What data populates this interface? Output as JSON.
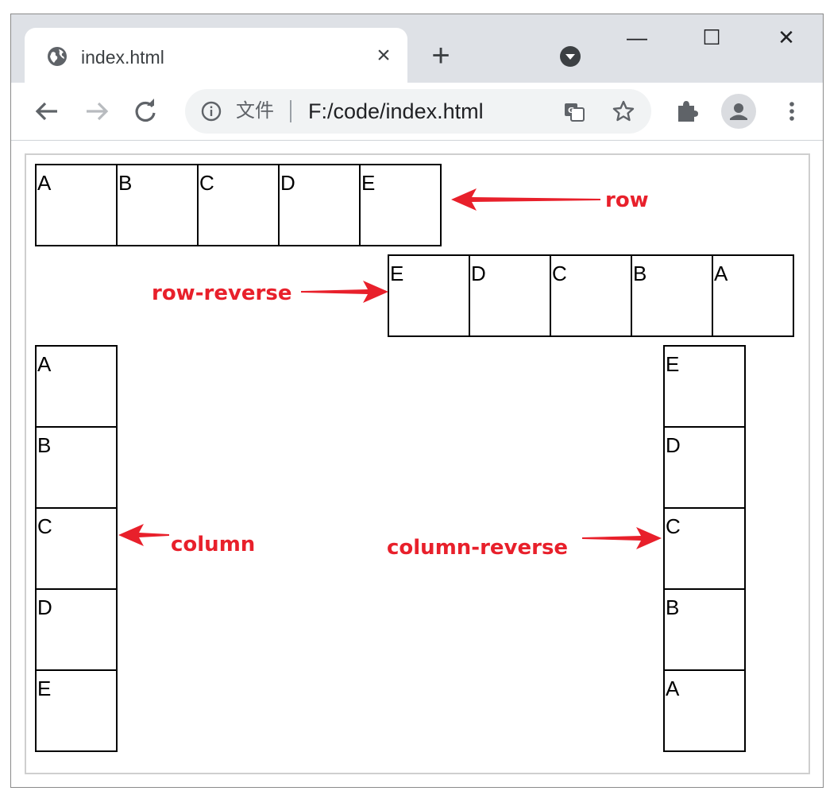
{
  "browser": {
    "tab_title": "index.html",
    "close_tab_glyph": "×",
    "new_tab_glyph": "+",
    "min_glyph": "—",
    "max_glyph": "☐",
    "close_window_glyph": "✕",
    "scheme_label": "文件",
    "url": "F:/code/index.html"
  },
  "icons": {
    "globe": "globe-icon",
    "back": "back-arrow-icon",
    "forward": "forward-arrow-icon",
    "reload": "reload-icon",
    "info": "info-icon",
    "translate": "translate-icon",
    "star": "star-icon",
    "extensions": "puzzle-icon",
    "profile": "person-icon",
    "menu": "kebab-menu-icon",
    "tab_search": "tab-search-icon"
  },
  "demo": {
    "row": [
      "A",
      "B",
      "C",
      "D",
      "E"
    ],
    "row_reverse": [
      "A",
      "B",
      "C",
      "D",
      "E"
    ],
    "column": [
      "A",
      "B",
      "C",
      "D",
      "E"
    ],
    "column_reverse": [
      "A",
      "B",
      "C",
      "D",
      "E"
    ]
  },
  "annotations": {
    "row": "row",
    "row_reverse": "row-reverse",
    "column": "column",
    "column_reverse": "column-reverse"
  },
  "colors": {
    "annotation_red": "#e8202b",
    "tabstrip": "#dee1e6",
    "omnibox": "#f1f3f4"
  }
}
